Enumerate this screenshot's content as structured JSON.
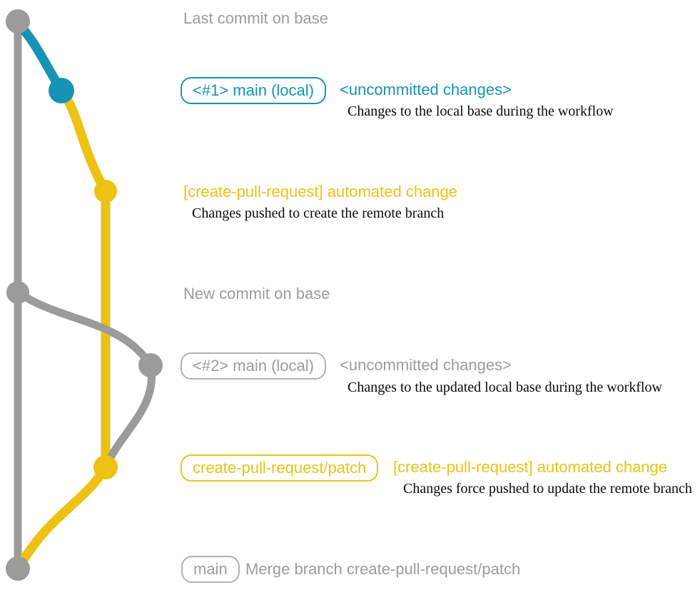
{
  "colors": {
    "teal": "#1794b5",
    "yellow": "#edc214",
    "gray": "#9b9b9b",
    "gray-text": "#9c9c9c",
    "gray-border": "#b3b3b3",
    "note": "#0a0a0a"
  },
  "annotations": {
    "last_commit_heading": "Last commit on base",
    "branch1_badge": "<#1> main (local)",
    "branch1_status": "<uncommitted changes>",
    "branch1_note": "Changes to the local base during the workflow",
    "automated_change1_label": "[create-pull-request] automated change",
    "automated_change1_note": "Changes pushed to create the remote branch",
    "new_commit_heading": "New commit on base",
    "branch2_badge": "<#2> main (local)",
    "branch2_status": "<uncommitted changes>",
    "branch2_note": "Changes to the updated local base during the workflow",
    "patch_branch_badge": "create-pull-request/patch",
    "automated_change2_label": "[create-pull-request] automated change",
    "automated_change2_note": "Changes force pushed to update the remote branch",
    "main_badge": "main",
    "merge_message": "Merge branch create-pull-request/patch"
  },
  "graph": {
    "commits": [
      {
        "name": "base-last-commit",
        "color": "gray"
      },
      {
        "name": "local-main-commit-1",
        "color": "teal"
      },
      {
        "name": "automated-change-commit-1",
        "color": "yellow"
      },
      {
        "name": "base-new-commit",
        "color": "gray"
      },
      {
        "name": "local-main-commit-2",
        "color": "gray"
      },
      {
        "name": "automated-change-commit-2",
        "color": "yellow"
      },
      {
        "name": "merge-commit",
        "color": "gray"
      }
    ]
  }
}
